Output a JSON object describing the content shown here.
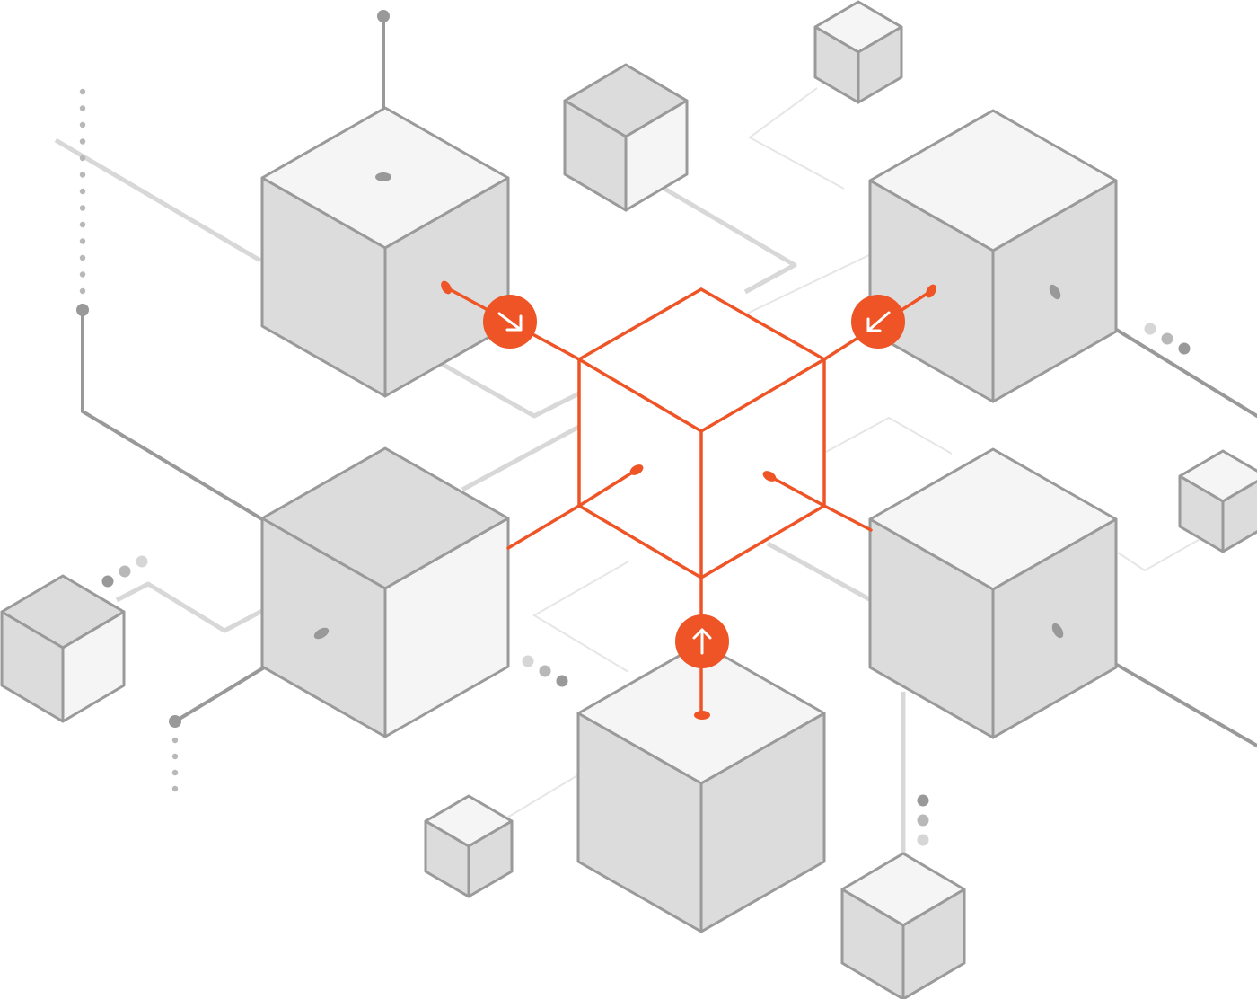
{
  "diagram": {
    "colors": {
      "accent": "#ee5426",
      "cube_stroke": "#9a9a9a",
      "cube_face_light": "#f5f5f5",
      "cube_face_dark": "#dcdcdc",
      "connector_dark": "#999999",
      "connector_light": "#d8d8d8",
      "dot_light": "#d6d6d6",
      "dot_mid": "#b8b8b8",
      "dot_dark": "#999999"
    },
    "central_cube": {
      "style": "outline",
      "color": "#ee5426"
    },
    "arrow_icons": [
      {
        "name": "arrow-down-right-icon",
        "direction": "down-right"
      },
      {
        "name": "arrow-down-left-icon",
        "direction": "down-left"
      },
      {
        "name": "arrow-up-icon",
        "direction": "up"
      }
    ]
  }
}
